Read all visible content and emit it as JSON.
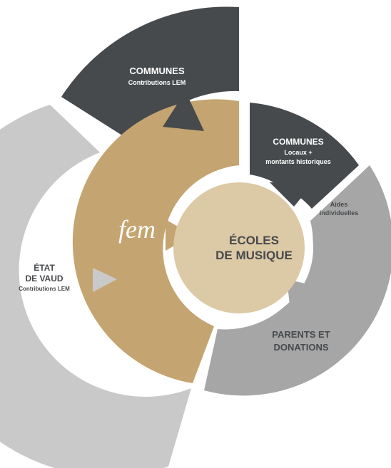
{
  "colors": {
    "dark": "#474a4d",
    "light_gray": "#c9c9c9",
    "mid_gray": "#a6a6a6",
    "gold": "#c4a470",
    "beige": "#dcc9a5",
    "white": "#ffffff",
    "text_dark": "#474a4d"
  },
  "segments": {
    "communes_lem": {
      "title": "COMMUNES",
      "subtitle": "Contributions LEM"
    },
    "communes_locaux": {
      "title": "COMMUNES",
      "subtitle_line1": "Locaux +",
      "subtitle_line2": "montants historiques"
    },
    "aides": {
      "line1": "Aides",
      "line2": "individuelles"
    },
    "parents": {
      "line1": "PARENTS ET",
      "line2": "DONATIONS"
    },
    "etat": {
      "line1": "ÉTAT",
      "line2": "DE VAUD",
      "line3": "Contributions LEM"
    },
    "fem": {
      "logo_text": "fem"
    }
  },
  "center": {
    "line1": "ÉCOLES",
    "line2": "DE MUSIQUE"
  }
}
